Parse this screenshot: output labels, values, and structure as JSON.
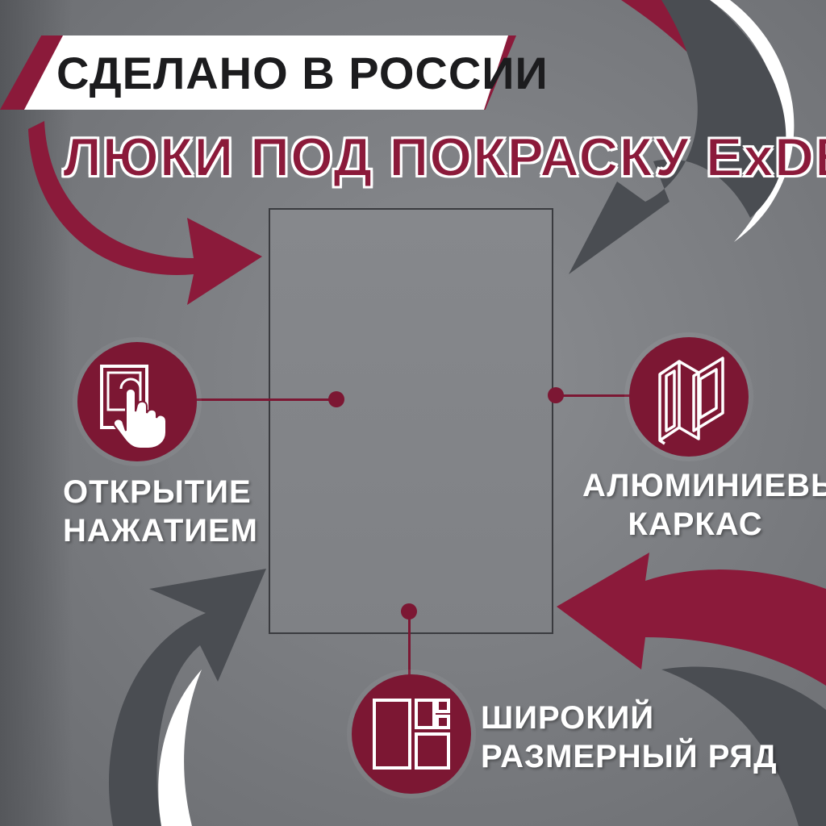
{
  "banner": {
    "text": "СДЕЛАНО В РОССИИ"
  },
  "headline": {
    "text": "ЛЮКИ ПОД ПОКРАСКУ ExDE"
  },
  "colors": {
    "accent_red": "#8b1a3a",
    "dark_gray": "#4a4d52",
    "background": "#7c7e82",
    "white": "#ffffff"
  },
  "features": [
    {
      "icon": "touch-open-icon",
      "lines": [
        "ОТКРЫТИЕ",
        "НАЖАТИЕМ"
      ]
    },
    {
      "icon": "aluminum-frame-icon",
      "lines": [
        "АЛЮМИНИЕВЫЙ",
        "КАРКАС"
      ]
    },
    {
      "icon": "size-range-icon",
      "lines": [
        "ШИРОКИЙ",
        "РАЗМЕРНЫЙ РЯД"
      ]
    }
  ]
}
